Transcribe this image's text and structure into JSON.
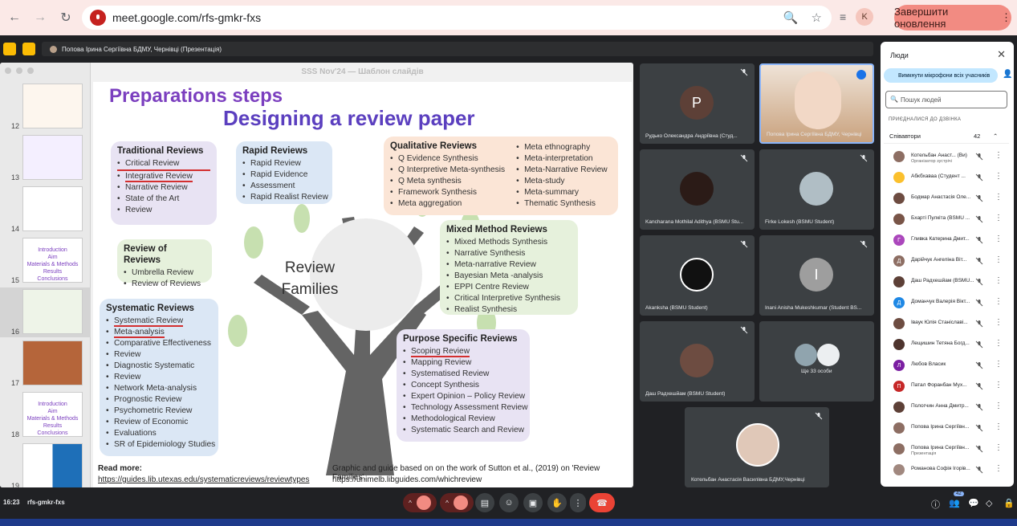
{
  "browser": {
    "url": "meet.google.com/rfs-gmkr-fxs",
    "profile_initial": "K",
    "end_update_label": "Завершити оновлення"
  },
  "presentation_bar": {
    "title": "Попова Ірина Сергіївна БДМУ, Чернівці (Презентація)"
  },
  "slides": {
    "header": "SSS Nov'24 — Шаблон слайдів",
    "thumb_numbers": [
      "12",
      "13",
      "14",
      "15",
      "16",
      "17",
      "18",
      "19"
    ],
    "active": "16"
  },
  "slide": {
    "title1": "Preparations steps",
    "title2": "Designing a review paper",
    "center_line1": "Review",
    "center_line2": "Families",
    "boxes": {
      "traditional": {
        "title": "Traditional Reviews",
        "items": [
          "Critical Review",
          "Integrative Review",
          "Narrative Review",
          "State of the Art",
          "Review"
        ]
      },
      "rapid": {
        "title": "Rapid Reviews",
        "items": [
          "Rapid Review",
          "Rapid Evidence",
          "Assessment",
          "Rapid Realist Review"
        ]
      },
      "qualitative": {
        "title": "Qualitative Reviews",
        "items_left": [
          "Q Evidence Synthesis",
          "Q Interpretive Meta-synthesis",
          "Q Meta synthesis",
          "Framework Synthesis",
          "Meta aggregation"
        ],
        "items_right": [
          "Meta ethnography",
          "Meta-interpretation",
          "Meta-Narrative Review",
          "Meta-study",
          "Meta-summary",
          "Thematic Synthesis"
        ]
      },
      "review_of_reviews": {
        "title": "Review of Reviews",
        "items": [
          "Umbrella Review",
          "Review of Reviews"
        ]
      },
      "mixed": {
        "title": "Mixed Method Reviews",
        "items": [
          "Mixed Methods Synthesis",
          "Narrative Synthesis",
          "Meta-narrative Review",
          "Bayesian Meta -analysis",
          "EPPI Centre Review",
          "Critical Interpretive Synthesis",
          "Realist Synthesis"
        ]
      },
      "systematic": {
        "title": "Systematic Reviews",
        "items": [
          "Systematic Review",
          "Meta-analysis",
          "Comparative Effectiveness",
          "Review",
          "Diagnostic Systematic",
          "Review",
          "Network Meta-analysis",
          "Prognostic Review",
          "Psychometric Review",
          "Review of Economic",
          "Evaluations",
          "SR of Epidemiology Studies"
        ]
      },
      "purpose": {
        "title": "Purpose Specific Reviews",
        "items": [
          "Scoping Review",
          "Mapping Review",
          "Systematised Review",
          "Concept Synthesis",
          "Expert Opinion – Policy Review",
          "Technology Assessment Review",
          "Methodological Review",
          "Systematic Search and Review"
        ]
      }
    },
    "read_more": "Read more:",
    "link1": "https://guides.lib.utexas.edu/systematicreviews/reviewtypes",
    "credit": "Graphic and guide based on on the work of  Sutton et al., (2019) on 'Review Families'.",
    "link2": "https://unimelb.libguides.com/whichreview"
  },
  "tiles": [
    {
      "name": "Рудько Олександра Андріївна (Студ...",
      "initial": "P",
      "color": "#5d4037"
    },
    {
      "name": "Попова Ірина Сергіївна БДМУ, Чернівці",
      "initial": "",
      "color": "#c9a27e"
    },
    {
      "name": "Kancharana Mothilal Adithya (BSMU Stu...",
      "initial": "",
      "color": "#2b1b17"
    },
    {
      "name": "Firke Lokesh (BSMU Student)",
      "initial": "",
      "color": "#b0bec5"
    },
    {
      "name": "Akanksha (BSMU Student)",
      "initial": "",
      "color": "#111111"
    },
    {
      "name": "Inani Anisha Mukeshkumar (Student BS...",
      "initial": "I",
      "color": "#9e9e9e"
    },
    {
      "name": "Даш Радхешйам (BSMU Student)",
      "initial": "",
      "color": "#6d4c41"
    },
    {
      "name": "Ще 33 особи",
      "initial": "",
      "color": "#3c4043"
    },
    {
      "name": "Котельбан Анастасія Василівна БДМУ,Чернівці",
      "initial": "",
      "color": "#e0c8b8"
    }
  ],
  "people": {
    "title": "Люди",
    "mute_all": "Вимкнути мікрофони всіх учасників",
    "search_placeholder": "Пошук людей",
    "section": "ПРИЄДНАЛИСЯ ДО ДЗВІНКА",
    "group": "Співавтори",
    "count": "42",
    "list": [
      {
        "name": "Котельбан Анаст...  (Ви)",
        "sub": "Організатор зустрічі",
        "color": "#8d6e63",
        "initial": ""
      },
      {
        "name": "Абкбхаваа (Студент ...",
        "sub": "",
        "color": "#fbc02d",
        "initial": ""
      },
      {
        "name": "Бодмар Анастасія Оле...",
        "sub": "",
        "color": "#6d4c41",
        "initial": ""
      },
      {
        "name": "Бхарті Пулкіта (BSMU ...",
        "sub": "",
        "color": "#795548",
        "initial": ""
      },
      {
        "name": "Гливка Катерина Дмит...",
        "sub": "",
        "color": "#ab47bc",
        "initial": "Г"
      },
      {
        "name": "Дарійчук Ангеліна Віт...",
        "sub": "",
        "color": "#8d6e63",
        "initial": "Д"
      },
      {
        "name": "Даш Радхешйам (BSMU...",
        "sub": "",
        "color": "#5d4037",
        "initial": ""
      },
      {
        "name": "Доманчук Валерія Вікт...",
        "sub": "",
        "color": "#1e88e5",
        "initial": "Д"
      },
      {
        "name": "Іваук Юлія Станіславі...",
        "sub": "",
        "color": "#6d4c41",
        "initial": ""
      },
      {
        "name": "Лещишин Тетяна Богд...",
        "sub": "",
        "color": "#4e342e",
        "initial": ""
      },
      {
        "name": "Любов Власик",
        "sub": "",
        "color": "#7b1fa2",
        "initial": "Л"
      },
      {
        "name": "Патал Форанбан Мух...",
        "sub": "",
        "color": "#c62828",
        "initial": "П"
      },
      {
        "name": "Пологчин Анна Дмитр...",
        "sub": "",
        "color": "#5d4037",
        "initial": ""
      },
      {
        "name": "Попова Ірина Сергіївн...",
        "sub": "",
        "color": "#8d6e63",
        "initial": ""
      },
      {
        "name": "Попова Ірина Сергіївн...",
        "sub": "Презентація",
        "color": "#8d6e63",
        "initial": ""
      },
      {
        "name": "Романова Софія Ігорів...",
        "sub": "",
        "color": "#a1887f",
        "initial": ""
      }
    ]
  },
  "bottom": {
    "time": "16:23",
    "code": "rfs-gmkr-fxs",
    "people_badge": "42"
  },
  "colors": {
    "accent": "#f28b82",
    "end_call": "#ea4335",
    "mute": "#f28b82"
  }
}
